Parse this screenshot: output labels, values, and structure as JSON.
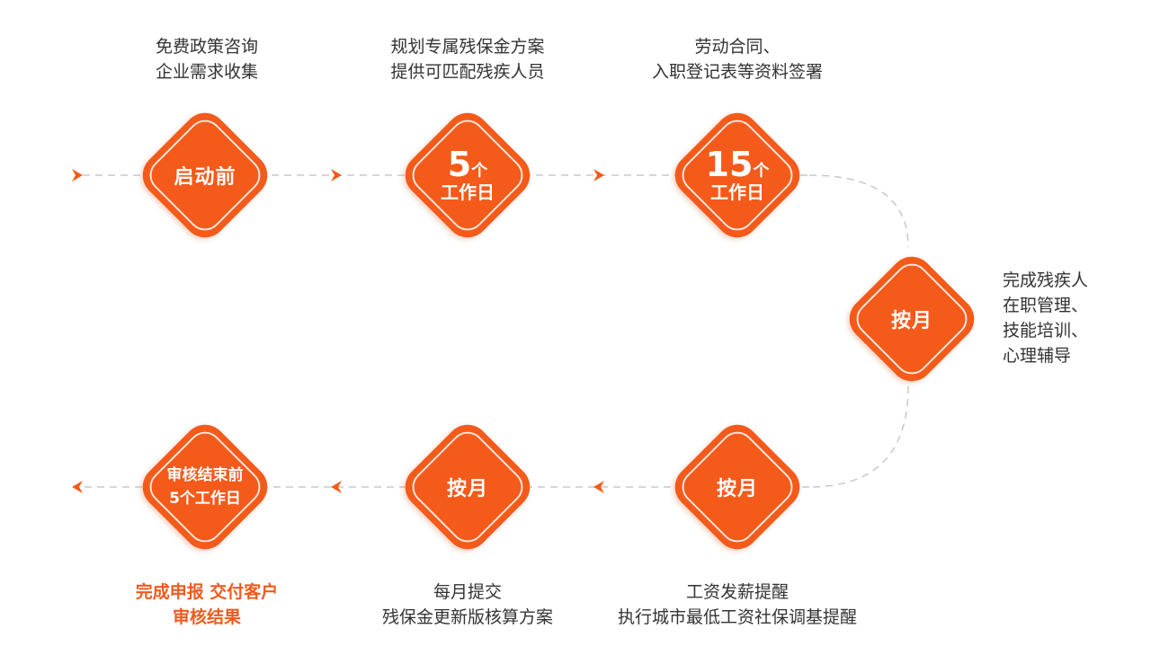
{
  "colors": {
    "accent": "#f45a1a",
    "line": "#c8c8c8",
    "text": "#333333",
    "highlight_text": "#f05a1e"
  },
  "steps": [
    {
      "id": "pre-launch",
      "label": "启动前",
      "desc": [
        "免费政策咨询",
        "企业需求收集"
      ]
    },
    {
      "id": "plan",
      "number": "5",
      "unit": "个",
      "label": "工作日",
      "desc": [
        "规划专属残保金方案",
        "提供可匹配残疾人员"
      ]
    },
    {
      "id": "contract",
      "number": "15",
      "unit": "个",
      "label": "工作日",
      "desc": [
        "劳动合同、",
        "入职登记表等资料签署"
      ]
    },
    {
      "id": "monthly-management",
      "label": "按月",
      "desc": [
        "完成残疾人",
        "在职管理、",
        "技能培训、",
        "心理辅导"
      ]
    },
    {
      "id": "monthly-salary",
      "label": "按月",
      "desc": [
        "工资发薪提醒",
        "执行城市最低工资社保调基提醒"
      ]
    },
    {
      "id": "monthly-report",
      "label": "按月",
      "desc": [
        "每月提交",
        "残保金更新版核算方案"
      ]
    },
    {
      "id": "review-end",
      "label_lines": [
        "审核结束前",
        "5个工作日"
      ],
      "desc": [
        "完成申报 交付客户",
        "审核结果"
      ]
    }
  ]
}
